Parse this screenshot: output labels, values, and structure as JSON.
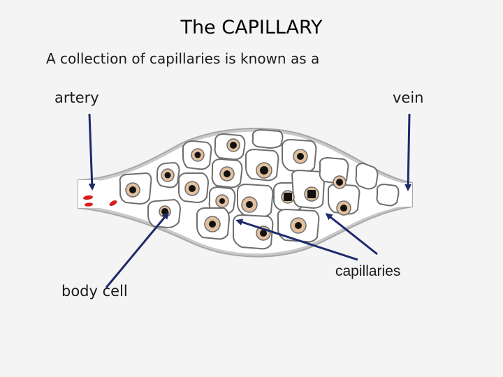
{
  "title": "The CAPILLARY",
  "subtitle": "A collection of capillaries is known as a",
  "labels": {
    "artery": "artery",
    "vein": "vein",
    "body_cell": "body cell",
    "capillaries": "capillaries"
  },
  "colors": {
    "title": "#000000",
    "text": "#1a1a1a",
    "arrow": "#1f2a6b",
    "red_blood_cell": "#d81d1d",
    "body_cell_fill": "#e2c09e",
    "nucleus": "#111111"
  }
}
